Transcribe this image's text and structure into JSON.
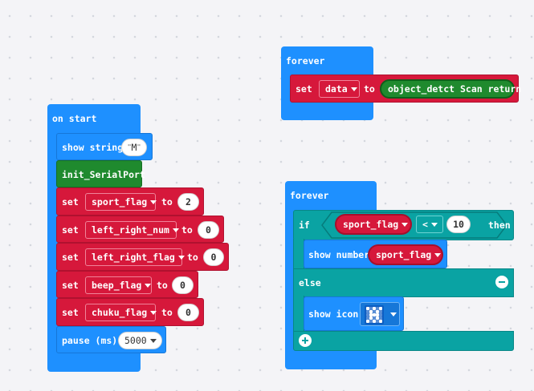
{
  "forever_top": {
    "header": "forever",
    "set_label": "set",
    "variable": "data",
    "to_label": "to",
    "value_block": "object_detct Scan return"
  },
  "on_start": {
    "header": "on start",
    "show_string_label": "show string",
    "show_string_value": "M",
    "init_serial": "init_SerialPort",
    "set_rows": [
      {
        "set": "set",
        "variable": "sport_flag",
        "to": "to",
        "value": "2"
      },
      {
        "set": "set",
        "variable": "left_right_num",
        "to": "to",
        "value": "0"
      },
      {
        "set": "set",
        "variable": "left_right_flag",
        "to": "to",
        "value": "0"
      },
      {
        "set": "set",
        "variable": "beep_flag",
        "to": "to",
        "value": "0"
      },
      {
        "set": "set",
        "variable": "chuku_flag",
        "to": "to",
        "value": "0"
      }
    ],
    "pause_label": "pause (ms)",
    "pause_value": "5000"
  },
  "forever_bottom": {
    "header": "forever",
    "if_label": "if",
    "compare_left": "sport_flag",
    "operator": "<",
    "compare_right": "10",
    "then_label": "then",
    "show_number_label": "show number",
    "show_number_value": "sport_flag",
    "else_label": "else",
    "show_icon_label": "show icon"
  },
  "colors": {
    "event": "#1e90ff",
    "variables": "#d6183b",
    "custom": "#1f8a2e",
    "logic": "#0aa3a3",
    "basic": "#1e90ff"
  }
}
